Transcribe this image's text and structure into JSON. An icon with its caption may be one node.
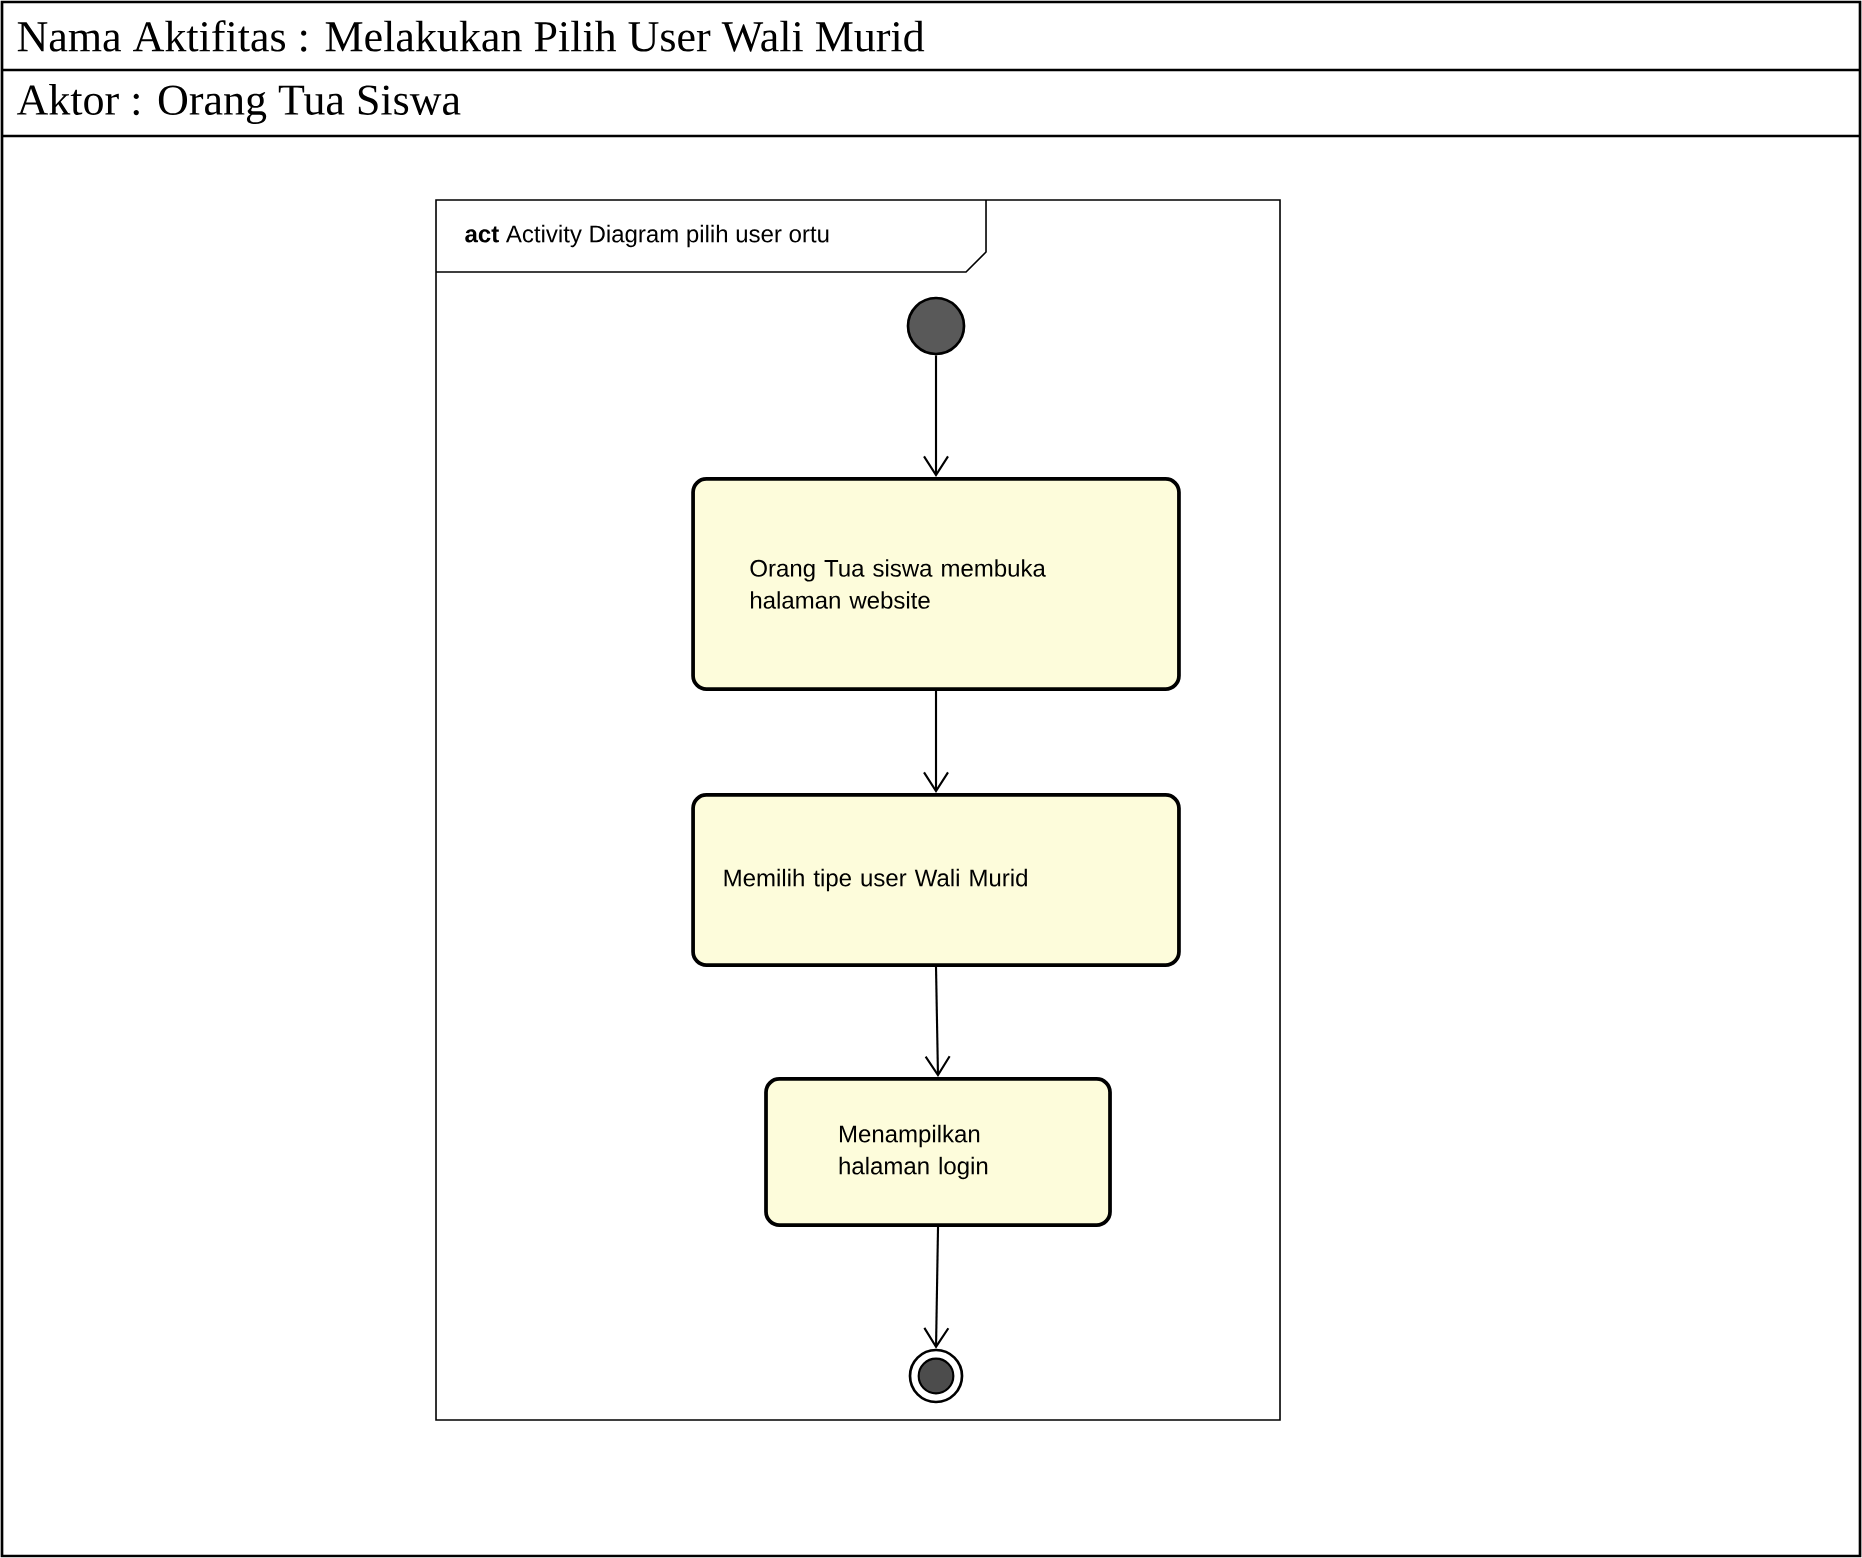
{
  "diagram": {
    "nodes": [
      {
        "text": [
          "**act** Activity Diagram pilih user ortu"
        ]
      },
      {
        "text": [],
        "shape": "circle",
        "in": 0
      },
      {
        "text": [
          "Orang Tua siswa membuka halaman website"
        ],
        "in": 0
      },
      {
        "text": [
          "Memilih tipe user Wali Murid"
        ],
        "in": 0
      },
      {
        "text": [
          "Menampilkan halaman login"
        ],
        "in": 0
      },
      {
        "text": [],
        "shape": "bullseye",
        "in": 0
      }
    ],
    "edges": [
      {
        "from": 1,
        "to": 2,
        "arrow": "to"
      },
      {
        "from": 2,
        "to": 3,
        "arrow": "to"
      },
      {
        "from": 3,
        "to": 4,
        "arrow": "to"
      },
      {
        "from": 4,
        "to": 5,
        "arrow": "to"
      }
    ],
    "labels": [
      "Nama Aktifitas : Melakukan Pilih User Wali Murid",
      "Aktor : Orang Tua Siswa"
    ]
  }
}
